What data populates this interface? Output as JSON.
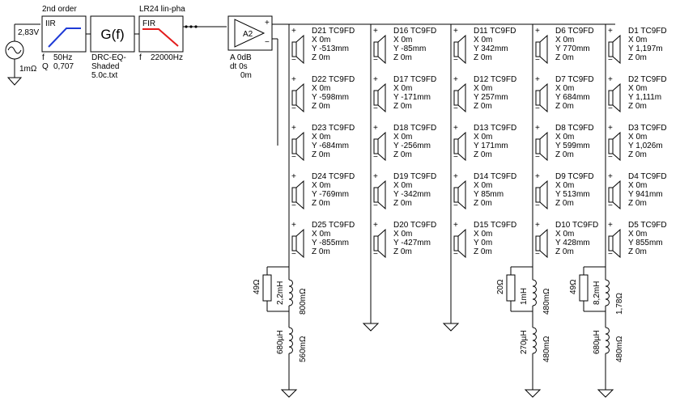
{
  "source": {
    "voltage": "2,83V",
    "resistance": "1mΩ"
  },
  "iir": {
    "header": "2nd order",
    "tag": "IIR",
    "f_label": "f",
    "f_value": "50Hz",
    "q_label": "Q",
    "q_value": "0,707"
  },
  "gf": {
    "label": "G(f)",
    "file_line1": "DRC-EQ-",
    "file_line2": "Shaded",
    "file_line3": "5.0c.txt"
  },
  "fir": {
    "header": "LR24 lin-pha",
    "tag": "FIR",
    "f_label": "f",
    "f_value": "22000Hz"
  },
  "amp": {
    "name": "A2",
    "gain": "A  0dB",
    "delay": "dt 0s",
    "extra": "0m"
  },
  "columns": [
    {
      "drivers": [
        {
          "name": "D21 TC9FD",
          "x": "X 0m",
          "y": "Y -513mm",
          "z": "Z 0m"
        },
        {
          "name": "D22 TC9FD",
          "x": "X 0m",
          "y": "Y -598mm",
          "z": "Z 0m"
        },
        {
          "name": "D23 TC9FD",
          "x": "X 0m",
          "y": "Y -684mm",
          "z": "Z 0m"
        },
        {
          "name": "D24 TC9FD",
          "x": "X 0m",
          "y": "Y -769mm",
          "z": "Z 0m"
        },
        {
          "name": "D25 TC9FD",
          "x": "X 0m",
          "y": "Y -855mm",
          "z": "Z 0m"
        }
      ]
    },
    {
      "drivers": [
        {
          "name": "D16 TC9FD",
          "x": "X 0m",
          "y": "Y -85mm",
          "z": "Z 0m"
        },
        {
          "name": "D17 TC9FD",
          "x": "X 0m",
          "y": "Y -171mm",
          "z": "Z 0m"
        },
        {
          "name": "D18 TC9FD",
          "x": "X 0m",
          "y": "Y -256mm",
          "z": "Z 0m"
        },
        {
          "name": "D19 TC9FD",
          "x": "X 0m",
          "y": "Y -342mm",
          "z": "Z 0m"
        },
        {
          "name": "D20 TC9FD",
          "x": "X 0m",
          "y": "Y -427mm",
          "z": "Z 0m"
        }
      ]
    },
    {
      "drivers": [
        {
          "name": "D11 TC9FD",
          "x": "X 0m",
          "y": "Y 342mm",
          "z": "Z 0m"
        },
        {
          "name": "D12 TC9FD",
          "x": "X 0m",
          "y": "Y 257mm",
          "z": "Z 0m"
        },
        {
          "name": "D13 TC9FD",
          "x": "X 0m",
          "y": "Y 171mm",
          "z": "Z 0m"
        },
        {
          "name": "D14 TC9FD",
          "x": "X 0m",
          "y": "Y 85mm",
          "z": "Z 0m"
        },
        {
          "name": "D15 TC9FD",
          "x": "X 0m",
          "y": "Y 0m",
          "z": "Z 0m"
        }
      ]
    },
    {
      "drivers": [
        {
          "name": "D6 TC9FD",
          "x": "X 0m",
          "y": "Y 770mm",
          "z": "Z 0m"
        },
        {
          "name": "D7 TC9FD",
          "x": "X 0m",
          "y": "Y 684mm",
          "z": "Z 0m"
        },
        {
          "name": "D8 TC9FD",
          "x": "X 0m",
          "y": "Y 599mm",
          "z": "Z 0m"
        },
        {
          "name": "D9 TC9FD",
          "x": "X 0m",
          "y": "Y 513mm",
          "z": "Z 0m"
        },
        {
          "name": "D10 TC9FD",
          "x": "X 0m",
          "y": "Y 428mm",
          "z": "Z 0m"
        }
      ]
    },
    {
      "drivers": [
        {
          "name": "D1 TC9FD",
          "x": "X 0m",
          "y": "Y 1,197m",
          "z": "Z 0m"
        },
        {
          "name": "D2 TC9FD",
          "x": "X 0m",
          "y": "Y 1,111m",
          "z": "Z 0m"
        },
        {
          "name": "D3 TC9FD",
          "x": "X 0m",
          "y": "Y 1,026m",
          "z": "Z 0m"
        },
        {
          "name": "D4 TC9FD",
          "x": "X 0m",
          "y": "Y 941mm",
          "z": "Z 0m"
        },
        {
          "name": "D5 TC9FD",
          "x": "X 0m",
          "y": "Y 855mm",
          "z": "Z 0m"
        }
      ]
    }
  ],
  "networks": {
    "col1": {
      "r": "49Ω",
      "l1": "2,2mH",
      "r1": "800mΩ",
      "l2": "680µH",
      "r2": "560mΩ"
    },
    "col4": {
      "r": "20Ω",
      "l1": "1mH",
      "r1": "480mΩ",
      "l2": "270µH",
      "r2": "480mΩ"
    },
    "col5": {
      "r": "49Ω",
      "l1": "8,2mH",
      "r1": "1,78Ω",
      "l2": "680µH",
      "r2": "480mΩ"
    }
  },
  "symbols": {
    "plus": "+",
    "minus": "−"
  }
}
